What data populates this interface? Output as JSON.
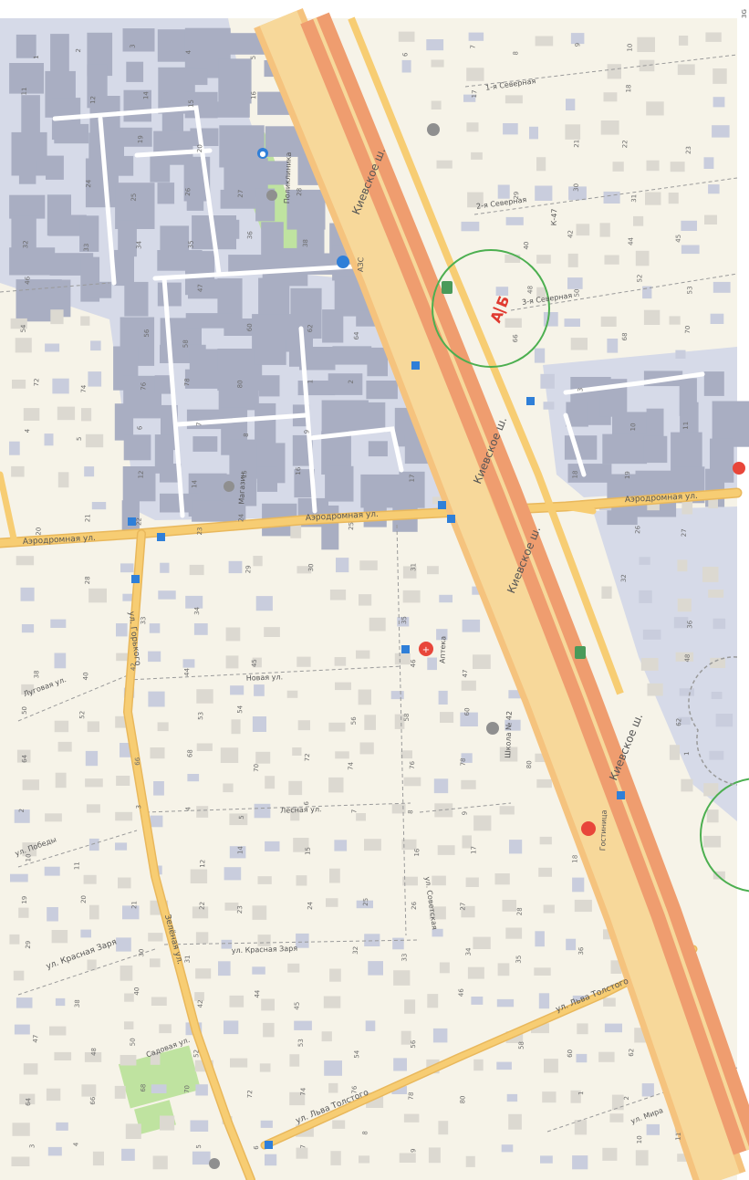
{
  "map": {
    "colors": {
      "background": "#f6f3e8",
      "industrial": "#d6dae8",
      "building": "#dcd9d1",
      "building_industrial": "#a9aec2",
      "highway": "#ef9d6f",
      "highway_edge": "#f5c37e",
      "arterial": "#f7cd73",
      "park": "#bfe3a0",
      "circle": "#4caf50",
      "poi_blue": "#2f7fd8",
      "poi_red": "#e8463a",
      "label": "#555555"
    },
    "streets": {
      "kievskoe_1": "Киевское ш.",
      "kievskoe_2": "Киевское ш.",
      "kievskoe_3": "Киевское ш.",
      "kievskoe_4": "Киевское ш.",
      "aerodromnaya_1": "Аэродромная ул.",
      "aerodromnaya_2": "Аэродромная ул.",
      "aerodromnaya_3": "Аэродромная ул.",
      "sovetskaya": "ул. Советская",
      "lva_tolstogo_1": "ул. Льва Толстого",
      "lva_tolstogo_2": "ул. Льва Толстого",
      "krasnaya_zarya_1": "ул. Красная Заря",
      "krasnaya_zarya_2": "ул. Красная Заря",
      "gorkogo": "ул. Горького",
      "zelenaya": "Зелёная ул.",
      "novaya": "Новая ул.",
      "lesnaya": "Лесная ул.",
      "lugovaya": "Луговая ул.",
      "pervaya_1": "1-я Северная",
      "pervaya_2": "2-я Северная",
      "pervaya_3": "3-я Северная",
      "pobedy": "ул. Победы",
      "sadovaya": "Садовая ул.",
      "mira": "ул. Мира"
    },
    "pois": {
      "bus_a": "А",
      "bus_b": "Б",
      "pharmacy": "Аптека",
      "school": "Школа № 42",
      "clinic": "Поликлиника",
      "hotel": "Гостиница",
      "gas": "АЗС",
      "market": "Магазин",
      "km_marker": "К-47"
    },
    "houses": [
      "1",
      "2",
      "3",
      "4",
      "5",
      "6",
      "7",
      "8",
      "9",
      "10",
      "11",
      "12",
      "14",
      "15",
      "16",
      "17",
      "18",
      "19",
      "20",
      "21",
      "22",
      "23",
      "24",
      "25",
      "26",
      "27",
      "28",
      "29",
      "30",
      "31",
      "32",
      "33",
      "34",
      "35",
      "36",
      "38",
      "40",
      "42",
      "44",
      "45",
      "46",
      "47",
      "48",
      "50",
      "52",
      "53",
      "54",
      "56",
      "58",
      "60",
      "62",
      "64",
      "66",
      "68",
      "70",
      "72",
      "74",
      "76",
      "78",
      "80"
    ],
    "corner_label": "3G"
  }
}
